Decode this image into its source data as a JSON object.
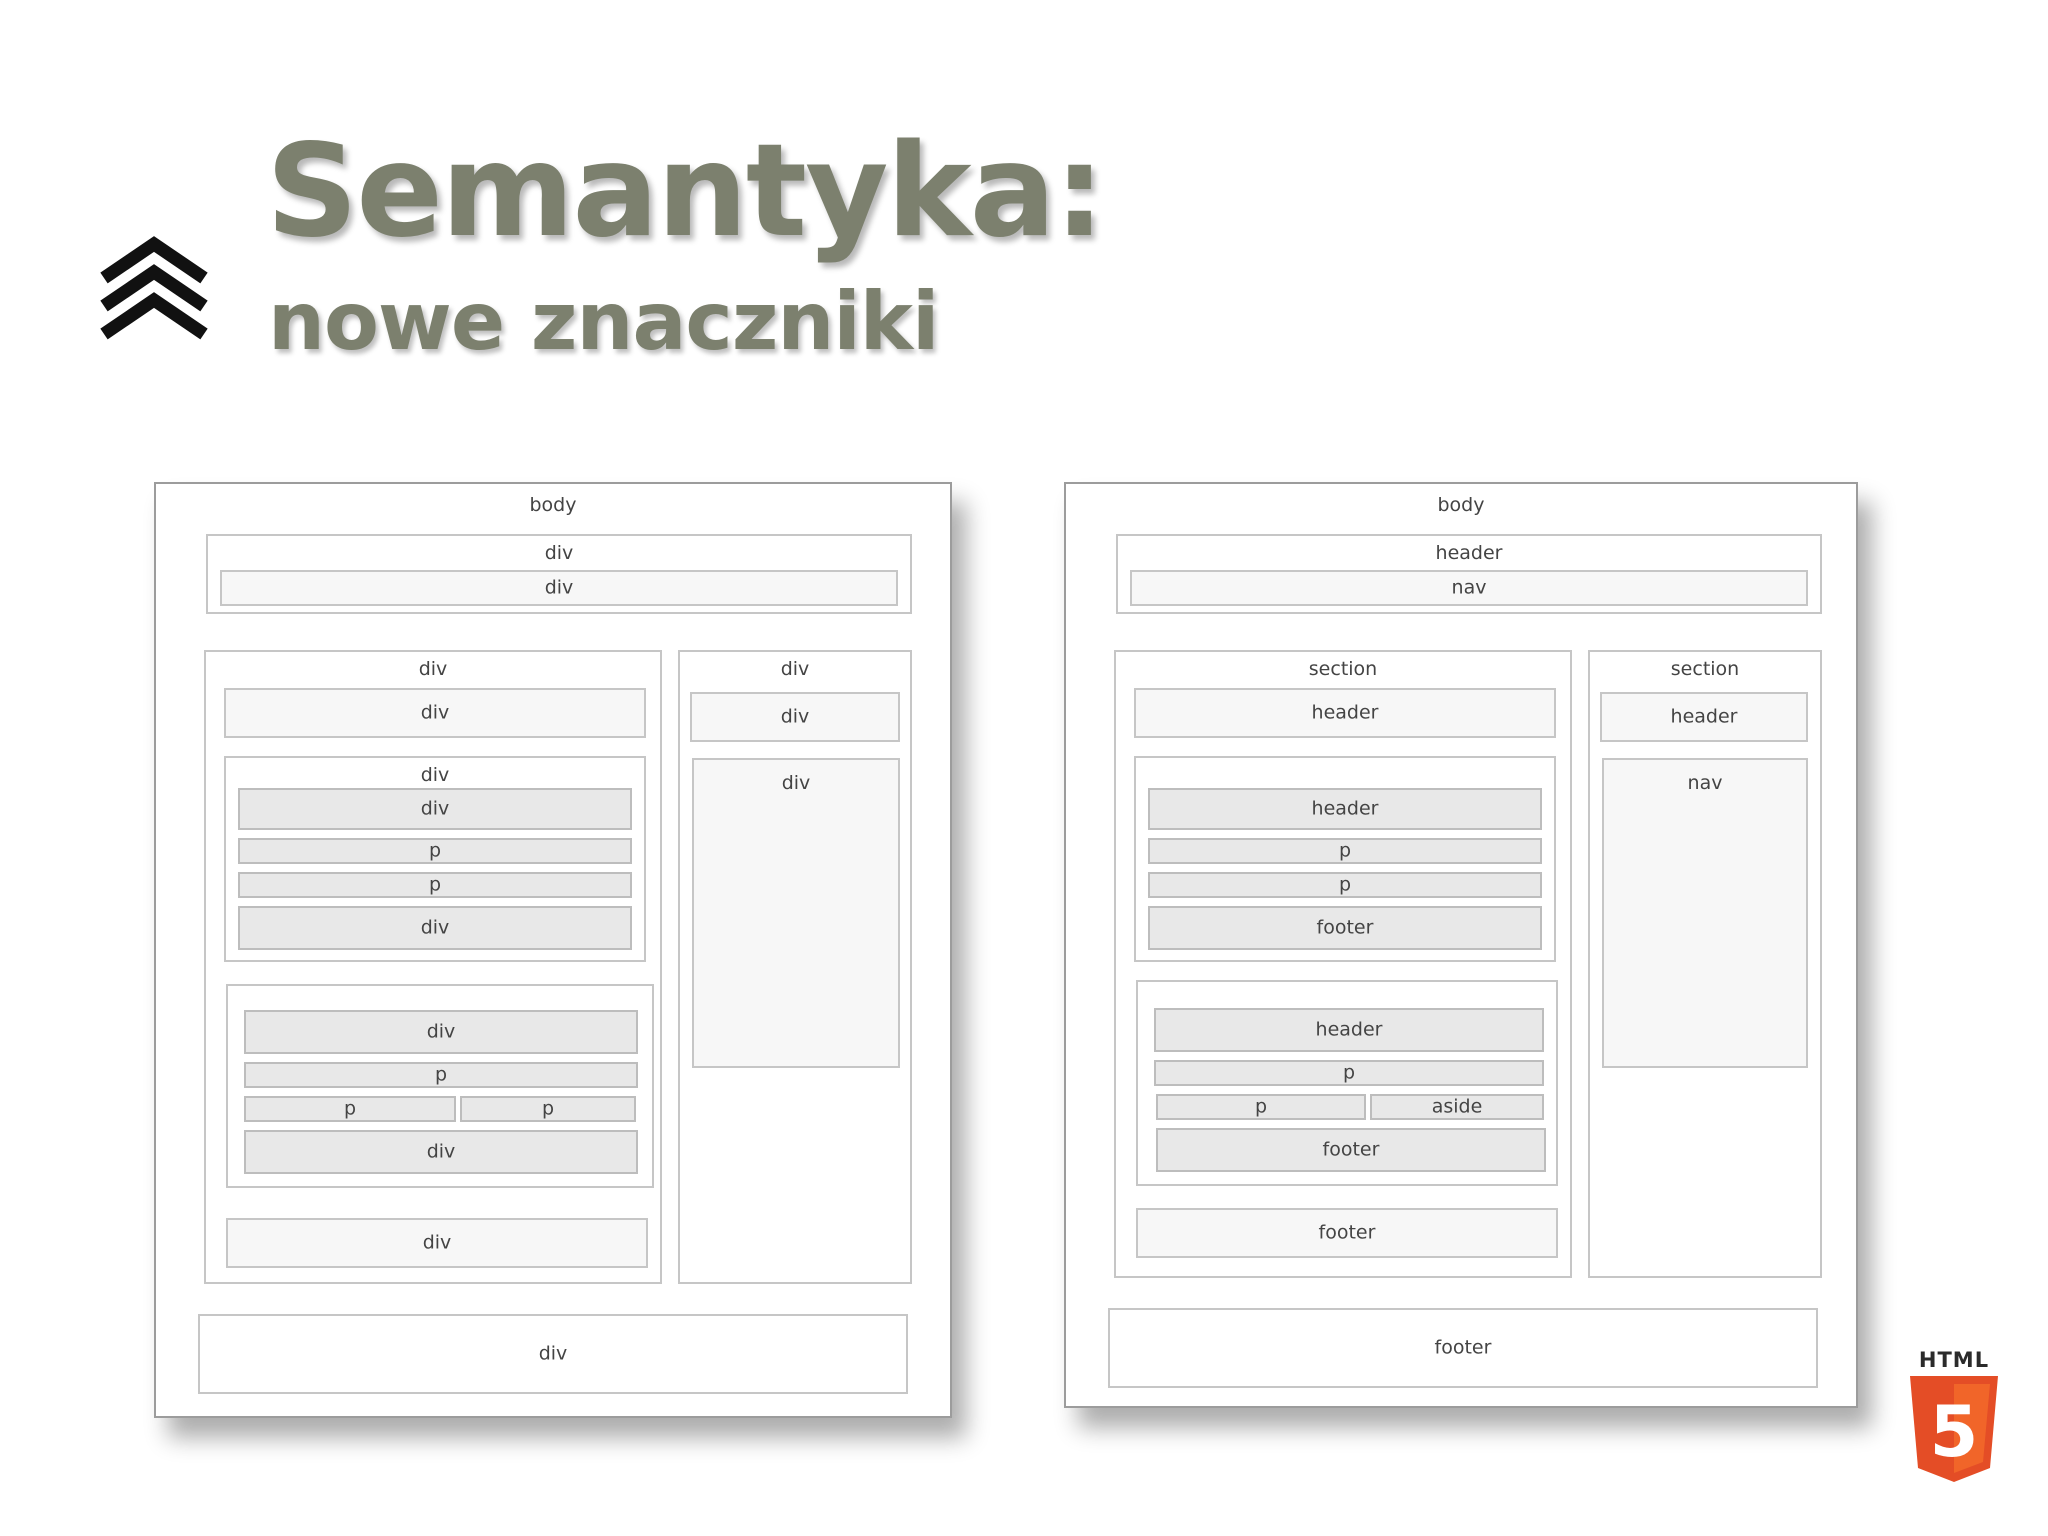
{
  "slide": {
    "title": "Semantyka:",
    "subtitle": "nowe znaczniki"
  },
  "logo": {
    "icon": "triple-chevron-up-icon"
  },
  "left_diagram": {
    "body": "body",
    "top_outer": "div",
    "top_inner": "div",
    "main": "div",
    "main_head": "div",
    "article1": "div",
    "article1_head": "div",
    "article1_p1": "p",
    "article1_p2": "p",
    "article1_foot": "div",
    "article2_head": "div",
    "article2_p": "p",
    "article2_p_left": "p",
    "article2_p_right": "p",
    "article2_foot": "div",
    "main_foot": "div",
    "side": "div",
    "side_head": "div",
    "side_body": "div",
    "footer": "div"
  },
  "right_diagram": {
    "body": "body",
    "header": "header",
    "nav": "nav",
    "section": "section",
    "section_header": "header",
    "article1_header": "header",
    "article1_p1": "p",
    "article1_p2": "p",
    "article1_footer": "footer",
    "article2_header": "header",
    "article2_p": "p",
    "article2_p_left": "p",
    "article2_aside": "aside",
    "article2_footer": "footer",
    "section_footer": "footer",
    "side_section": "section",
    "side_header": "header",
    "side_nav": "nav",
    "footer": "footer"
  },
  "html5_logo": {
    "text": "HTML",
    "digit": "5",
    "colors": {
      "shield": "#e44d26",
      "shield_light": "#f16529",
      "digit": "#ffffff"
    }
  },
  "colors": {
    "title": "#7c806e",
    "box_border": "#c6c6c6",
    "box_fill": "#f7f7f7",
    "box_fill_dark": "#e8e8e8"
  }
}
